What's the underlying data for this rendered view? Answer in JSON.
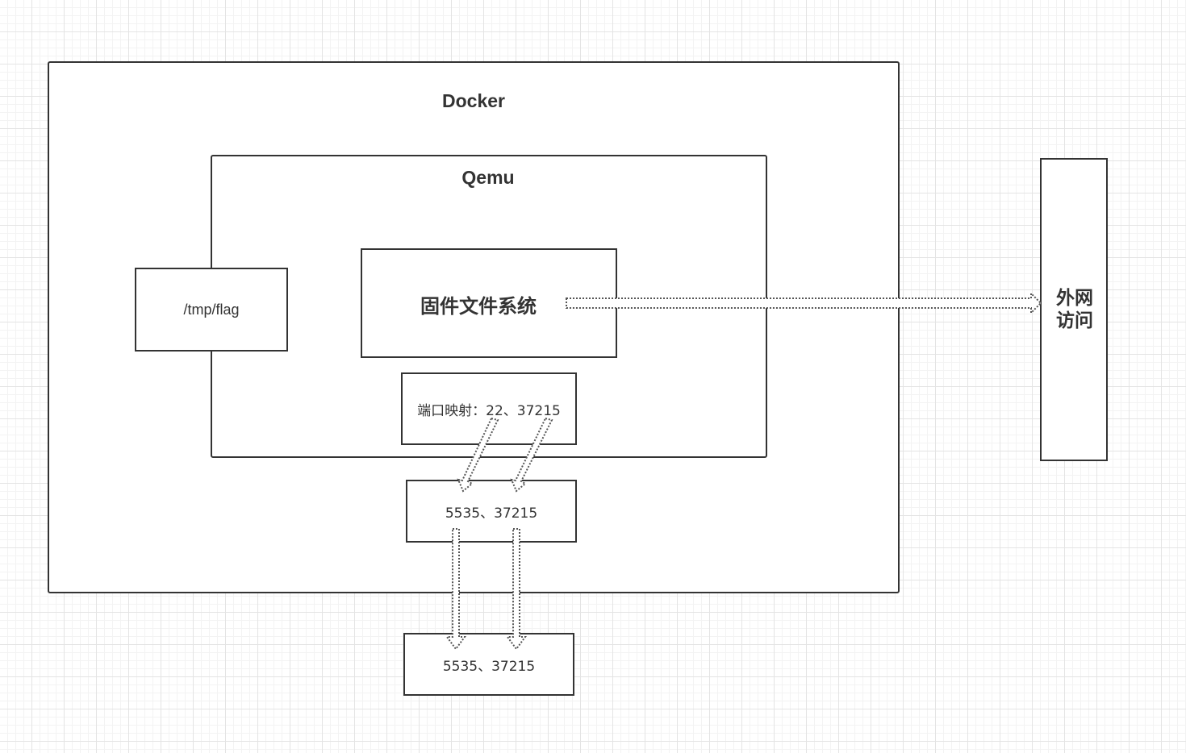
{
  "docker": {
    "title": "Docker"
  },
  "qemu": {
    "title": "Qemu"
  },
  "flag_box": {
    "label": "/tmp/flag"
  },
  "firmware_box": {
    "label": "固件文件系统"
  },
  "port_map_box": {
    "label": "端口映射：22、37215"
  },
  "docker_port_box": {
    "label": "5535、37215"
  },
  "host_port_box": {
    "label": "5535、37215"
  },
  "external_box": {
    "label": "外网访问"
  },
  "colors": {
    "stroke": "#333333",
    "text": "#333333",
    "background": "#ffffff"
  }
}
